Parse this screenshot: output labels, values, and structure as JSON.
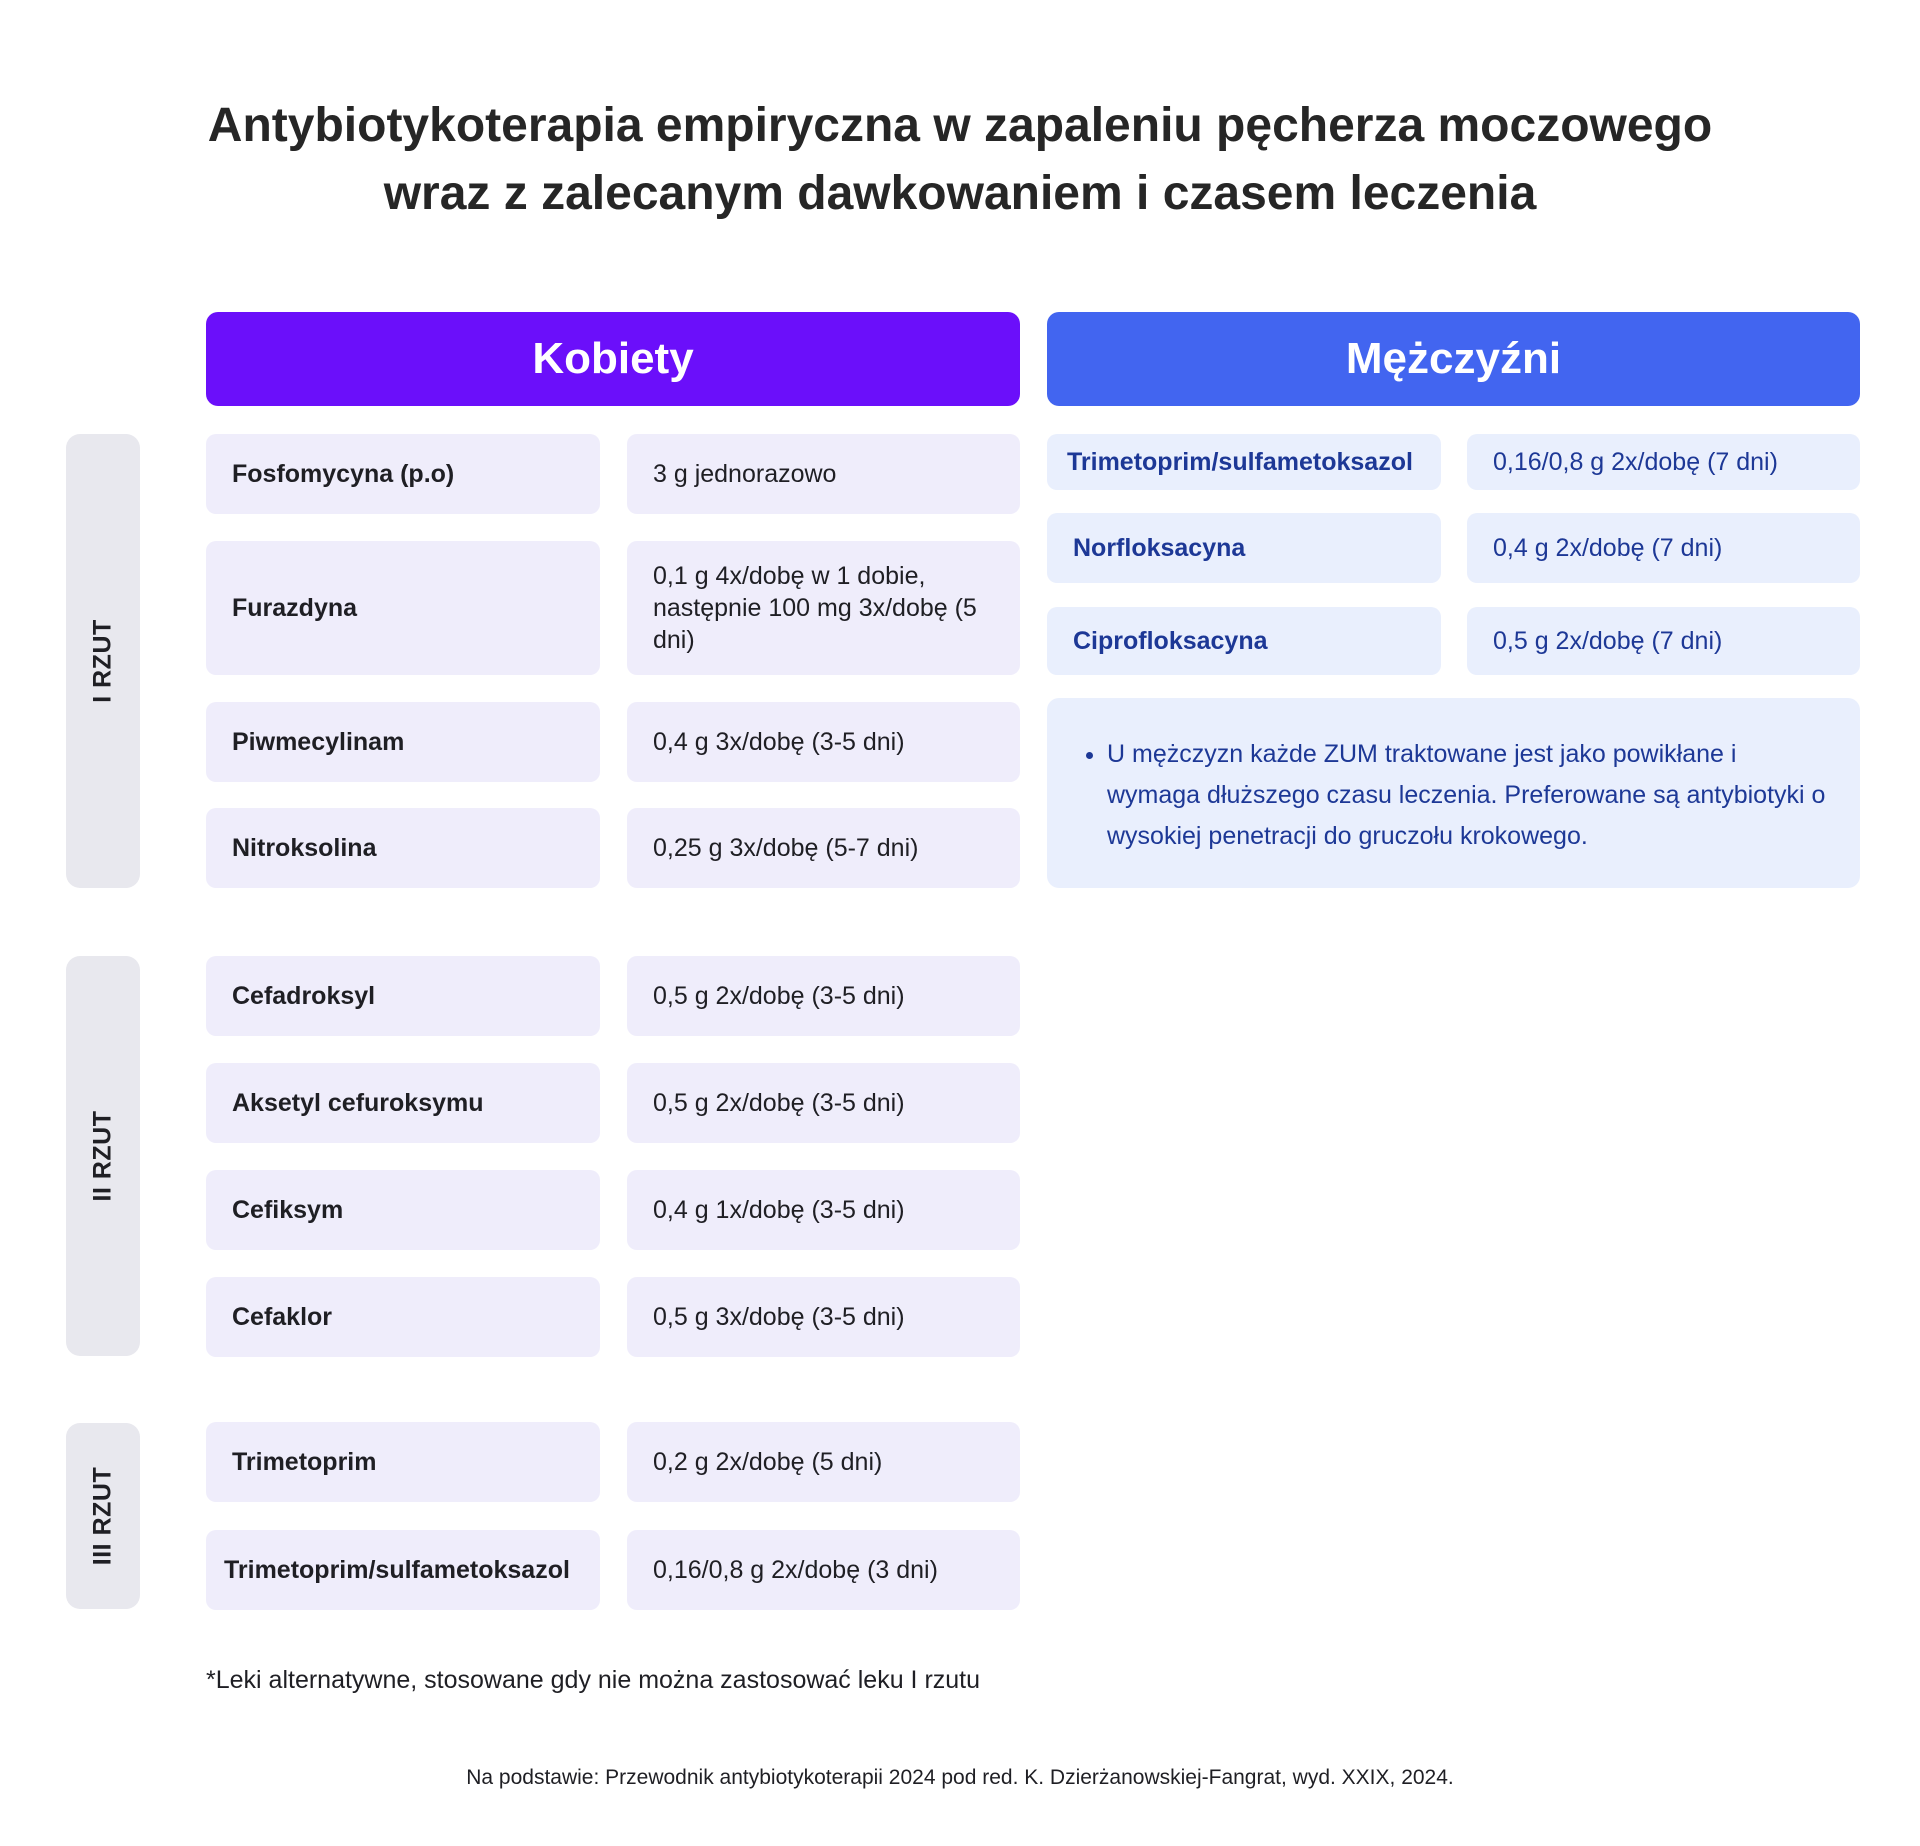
{
  "title": {
    "line1": "Antybiotykoterapia empiryczna w zapaleniu pęcherza moczowego",
    "line2": "wraz z zalecanym dawkowaniem i czasem leczenia"
  },
  "headers": {
    "women": "Kobiety",
    "men": "Mężczyźni"
  },
  "lines": {
    "first": "I RZUT",
    "second": "II RZUT",
    "third": "III RZUT"
  },
  "women": {
    "first": [
      {
        "drug": "Fosfomycyna (p.o)",
        "dose": "3 g jednorazowo"
      },
      {
        "drug": "Furazdyna",
        "dose": "0,1 g 4x/dobę w 1 dobie, następnie 100 mg 3x/dobę (5 dni)"
      },
      {
        "drug": "Piwmecylinam",
        "dose": "0,4 g 3x/dobę (3-5 dni)"
      },
      {
        "drug": "Nitroksolina",
        "dose": "0,25 g 3x/dobę (5-7 dni)"
      }
    ],
    "second": [
      {
        "drug": "Cefadroksyl",
        "dose": "0,5 g 2x/dobę (3-5 dni)"
      },
      {
        "drug": "Aksetyl cefuroksymu",
        "dose": "0,5 g 2x/dobę (3-5 dni)"
      },
      {
        "drug": "Cefiksym",
        "dose": "0,4 g 1x/dobę (3-5 dni)"
      },
      {
        "drug": "Cefaklor",
        "dose": "0,5 g 3x/dobę (3-5 dni)"
      }
    ],
    "third": [
      {
        "drug": "Trimetoprim",
        "dose": "0,2 g 2x/dobę (5 dni)"
      },
      {
        "drug": "Trimetoprim/sulfametoksazol",
        "dose": "0,16/0,8 g 2x/dobę (3 dni)"
      }
    ]
  },
  "men": {
    "rows": [
      {
        "drug": "Trimetoprim/sulfametoksazol",
        "dose": "0,16/0,8 g 2x/dobę (7 dni)"
      },
      {
        "drug": "Norfloksacyna",
        "dose": "0,4 g 2x/dobę (7 dni)"
      },
      {
        "drug": "Ciprofloksacyna",
        "dose": "0,5 g 2x/dobę (7 dni)"
      }
    ],
    "note": "U mężczyzn każde ZUM traktowane jest jako powikłane i wymaga dłuższego czasu leczenia. Preferowane są antybiotyki o wysokiej penetracji do gruczołu krokowego."
  },
  "footnote": "*Leki alternatywne, stosowane gdy nie można zastosować leku I rzutu",
  "source": "Na podstawie: Przewodnik antybiotykoterapii 2024 pod red. K. Dzierżanowskiej-Fangrat, wyd. XXIX, 2024.",
  "colors": {
    "women_header": "#6b0ffa",
    "men_header": "#4265f0",
    "women_cell": "#efedfb",
    "men_cell": "#e9effd",
    "men_text": "#1d3896",
    "line_label_bg": "#e8e8ee"
  }
}
